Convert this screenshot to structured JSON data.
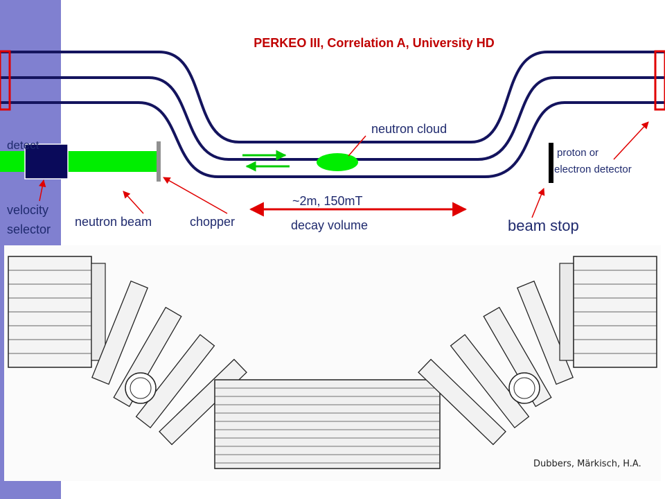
{
  "title": "PERKEO III, Correlation A, University HD",
  "labels": {
    "detector_left": "detect",
    "velocity_selector": [
      "velocity",
      "selector"
    ],
    "neutron_beam": "neutron beam",
    "chopper": "chopper",
    "neutron_cloud": "neutron cloud",
    "field_spec": "~2m, 150mT",
    "decay_volume": "decay volume",
    "beam_stop": "beam stop",
    "proton_electron_detector": [
      "proton or",
      "electron detector"
    ]
  },
  "credit": "Dubbers, Märkisch, H.A.",
  "colors": {
    "sidebar": "#8080d0",
    "guide_lines": "#14145e",
    "beam": "#00ee00",
    "arrows_red": "#e00000",
    "title": "#c00000",
    "text": "#1f2a6e",
    "selector_block": "#0a0a5a",
    "detector_frame": "#e00000"
  }
}
